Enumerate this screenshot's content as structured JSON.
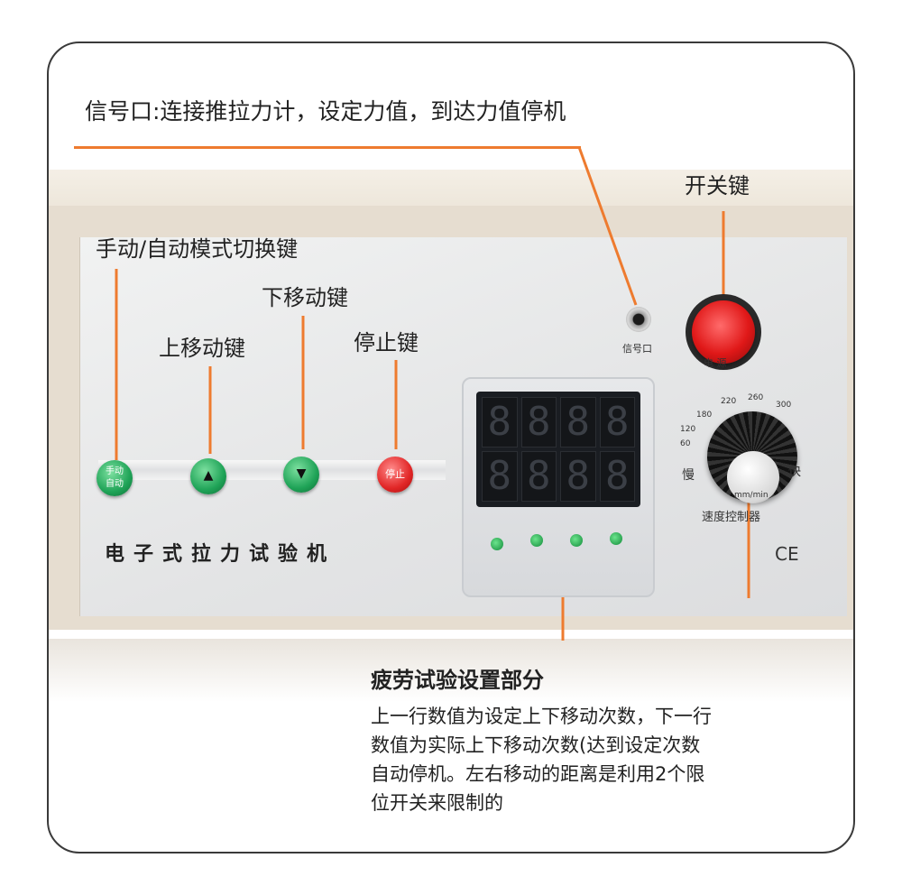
{
  "annotations": {
    "signal_port": "信号口:连接推拉力计，设定力值，到达力值停机",
    "power_key": "开关键",
    "mode_switch": "手动/自动模式切换键",
    "move_down": "下移动键",
    "move_up": "上移动键",
    "stop_key": "停止键"
  },
  "panel": {
    "brand": "电子式拉力试验机",
    "signal_port_label": "信号口",
    "power_label": "电 源",
    "speed_label": "速度控制器",
    "slow": "慢",
    "fast": "快",
    "speed_ticks": [
      "60",
      "120",
      "180",
      "220",
      "260",
      "300"
    ],
    "speed_unit": "mm/min",
    "ce": "CE",
    "buttons": {
      "mode_top": "手动",
      "mode_bottom": "自动",
      "up": "▲",
      "down": "▼",
      "stop": "停止"
    },
    "display_top": [
      "8",
      "8",
      "8",
      "8"
    ],
    "display_bottom": [
      "8",
      "8",
      "8",
      "8"
    ]
  },
  "fatigue": {
    "title": "疲劳试验设置部分",
    "lines": [
      "上一行数值为设定上下移动次数，下一行",
      "数值为实际上下移动次数(达到设定次数",
      "自动停机。左右移动的距离是利用2个限",
      "位开关来限制的"
    ]
  },
  "colors": {
    "accent_line": "#ee7b2f",
    "button_green": "#1fa357",
    "button_red": "#e12626"
  }
}
